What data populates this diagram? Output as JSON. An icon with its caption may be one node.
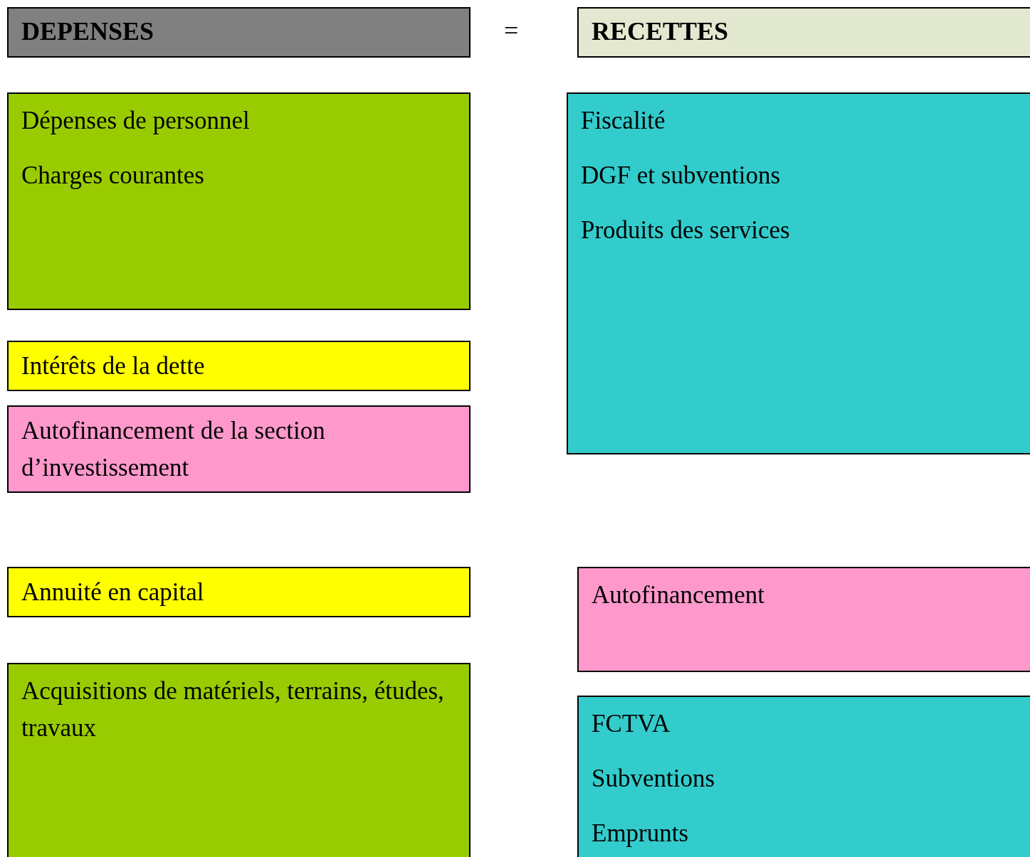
{
  "diagram": {
    "nodes": [
      {
        "text": [
          "DEPENSES"
        ]
      },
      {
        "text": [
          "RECETTES"
        ]
      },
      {
        "text": [
          "Dépenses de personnel",
          "Charges courantes"
        ]
      },
      {
        "text": [
          "Fiscalité",
          "DGF et subventions",
          "Produits des services"
        ]
      },
      {
        "text": [
          "Intérêts de la dette"
        ]
      },
      {
        "text": [
          "Autofinancement de la section d’investissement"
        ]
      },
      {
        "text": [
          "Annuité en capital"
        ]
      },
      {
        "text": [
          "Autofinancement"
        ]
      },
      {
        "text": [
          "Acquisitions de matériels, terrains, études, travaux"
        ]
      },
      {
        "text": [
          "FCTVA",
          "Subventions",
          "Emprunts"
        ]
      }
    ],
    "labels": [
      "="
    ]
  }
}
